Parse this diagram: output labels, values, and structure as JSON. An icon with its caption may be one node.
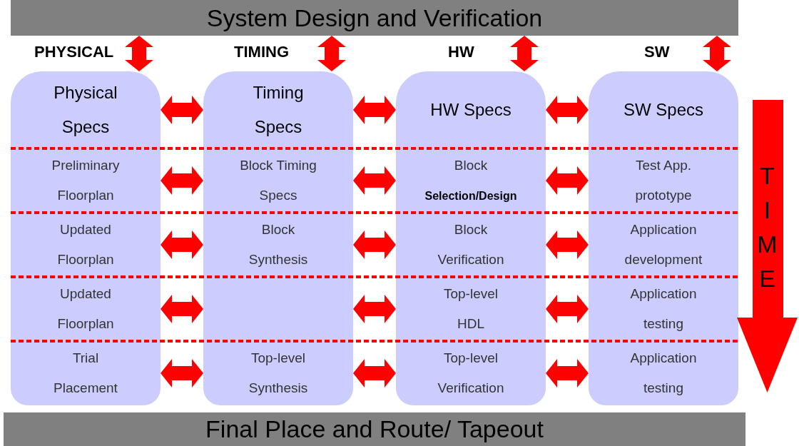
{
  "diagram": {
    "nodes": [
      {
        "text": [
          "System Design and Verification"
        ]
      },
      {
        "text": [],
        "shape": "box"
      },
      {
        "text": [
          "Physical Specs"
        ],
        "in": 1
      },
      {
        "text": [
          "Preliminary Floorplan"
        ],
        "in": 1
      },
      {
        "text": [
          "Updated Floorplan"
        ],
        "in": 1
      },
      {
        "text": [
          "Updated Floorplan"
        ],
        "in": 1
      },
      {
        "text": [
          "Trial Placement"
        ],
        "in": 1
      },
      {
        "text": [],
        "shape": "box"
      },
      {
        "text": [
          "Timing Specs"
        ],
        "in": 7
      },
      {
        "text": [
          "Block Timing Specs"
        ],
        "in": 7
      },
      {
        "text": [
          "Block Synthesis"
        ],
        "in": 7
      },
      {
        "text": [
          "Top-level Synthesis"
        ],
        "in": 7
      },
      {
        "text": [],
        "shape": "box"
      },
      {
        "text": [
          "HW Specs"
        ],
        "in": 12
      },
      {
        "text": [
          "Block **Selection/Design**"
        ],
        "in": 12
      },
      {
        "text": [
          "Block Verification"
        ],
        "in": 12
      },
      {
        "text": [
          "Top-level HDL"
        ],
        "in": 12
      },
      {
        "text": [
          "Top-level Verification"
        ],
        "in": 12
      },
      {
        "text": [],
        "shape": "box"
      },
      {
        "text": [
          "SW Specs"
        ],
        "in": 18
      },
      {
        "text": [
          "Test App. prototype"
        ],
        "in": 18
      },
      {
        "text": [
          "Application development"
        ],
        "in": 18
      },
      {
        "text": [
          "Application testing"
        ],
        "in": 18
      },
      {
        "text": [
          "Application testing"
        ],
        "in": 18
      },
      {
        "text": [
          "TIME"
        ]
      },
      {
        "text": [
          "Final Place and Route/ Tapeout"
        ]
      }
    ],
    "edges": [
      {
        "from": 0,
        "to": 1,
        "arrow": "both"
      },
      {
        "from": 0,
        "to": 7,
        "arrow": "both"
      },
      {
        "from": 0,
        "to": 12,
        "arrow": "both"
      },
      {
        "from": 0,
        "to": 18,
        "arrow": "both"
      },
      {
        "from": 2,
        "to": 8,
        "arrow": "both"
      },
      {
        "from": 8,
        "to": 13,
        "arrow": "both"
      },
      {
        "from": 13,
        "to": 19,
        "arrow": "both"
      },
      {
        "from": 3,
        "to": 9,
        "arrow": "both"
      },
      {
        "from": 9,
        "to": 14,
        "arrow": "both"
      },
      {
        "from": 14,
        "to": 20,
        "arrow": "both"
      },
      {
        "from": 4,
        "to": 10,
        "arrow": "both"
      },
      {
        "from": 10,
        "to": 15,
        "arrow": "both"
      },
      {
        "from": 15,
        "to": 21,
        "arrow": "both"
      },
      {
        "from": 5,
        "to": 7,
        "arrow": "both"
      },
      {
        "from": 7,
        "to": 16,
        "arrow": "both"
      },
      {
        "from": 16,
        "to": 22,
        "arrow": "both"
      },
      {
        "from": 6,
        "to": 11,
        "arrow": "both"
      },
      {
        "from": 11,
        "to": 17,
        "arrow": "both"
      },
      {
        "from": 17,
        "to": 23,
        "arrow": "both"
      }
    ],
    "labels": [
      "PHYSICAL",
      "TIMING",
      "HW",
      "SW"
    ]
  }
}
